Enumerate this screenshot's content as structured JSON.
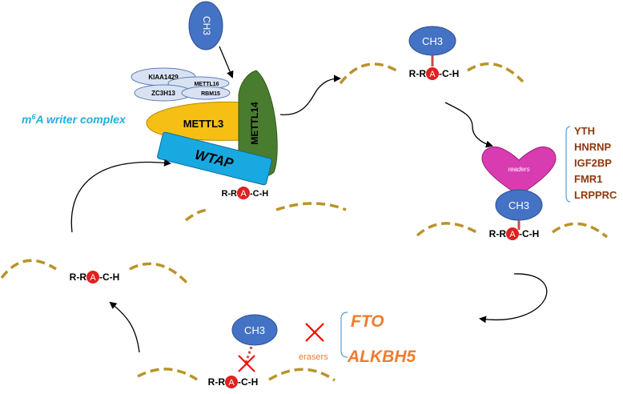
{
  "colors": {
    "rna": "#b8942a",
    "ch3": "#4472c4",
    "ch3_stroke": "#2f528f",
    "adenosine": "#e02020",
    "mettl3": "#f5c013",
    "mettl14": "#4a7c2f",
    "wtap": "#19a9e1",
    "readers": "#d93bb0",
    "reader_text": "#8b3a0f",
    "eraser_text": "#ed7d31",
    "writer_label": "#1fb0dc",
    "bracket": "#5b9bd5",
    "cross": "#ff0000"
  },
  "writer": {
    "ch3": "CH3",
    "cofactors": [
      "KIAA1429",
      "METTL16",
      "ZC3H13",
      "RBM15"
    ],
    "mettl3": "METTL3",
    "mettl14": "METTL14",
    "wtap": "WTAP",
    "label_m": "m",
    "label_sup": "6",
    "label_rest": "A writer complex",
    "motif_left": "R-R",
    "motif_a": "A",
    "motif_right": "-C-H"
  },
  "methylated": {
    "ch3": "CH3",
    "motif_left": "R-R",
    "motif_a": "A",
    "motif_right": "-C-H"
  },
  "reader": {
    "heart": "readers",
    "ch3": "CH3",
    "list": [
      "YTH",
      "HNRNP",
      "IGF2BP",
      "FMR1",
      "LRPPRC"
    ],
    "motif_left": "R-R",
    "motif_a": "A",
    "motif_right": "-C-H"
  },
  "eraser": {
    "ch3": "CH3",
    "label": "erasers",
    "list": [
      "FTO",
      "ALKBH5"
    ],
    "motif_left": "R-R",
    "motif_a": "A",
    "motif_right": "-C-H"
  },
  "unmethylated": {
    "motif_left": "R-R",
    "motif_a": "A",
    "motif_right": "-C-H"
  }
}
